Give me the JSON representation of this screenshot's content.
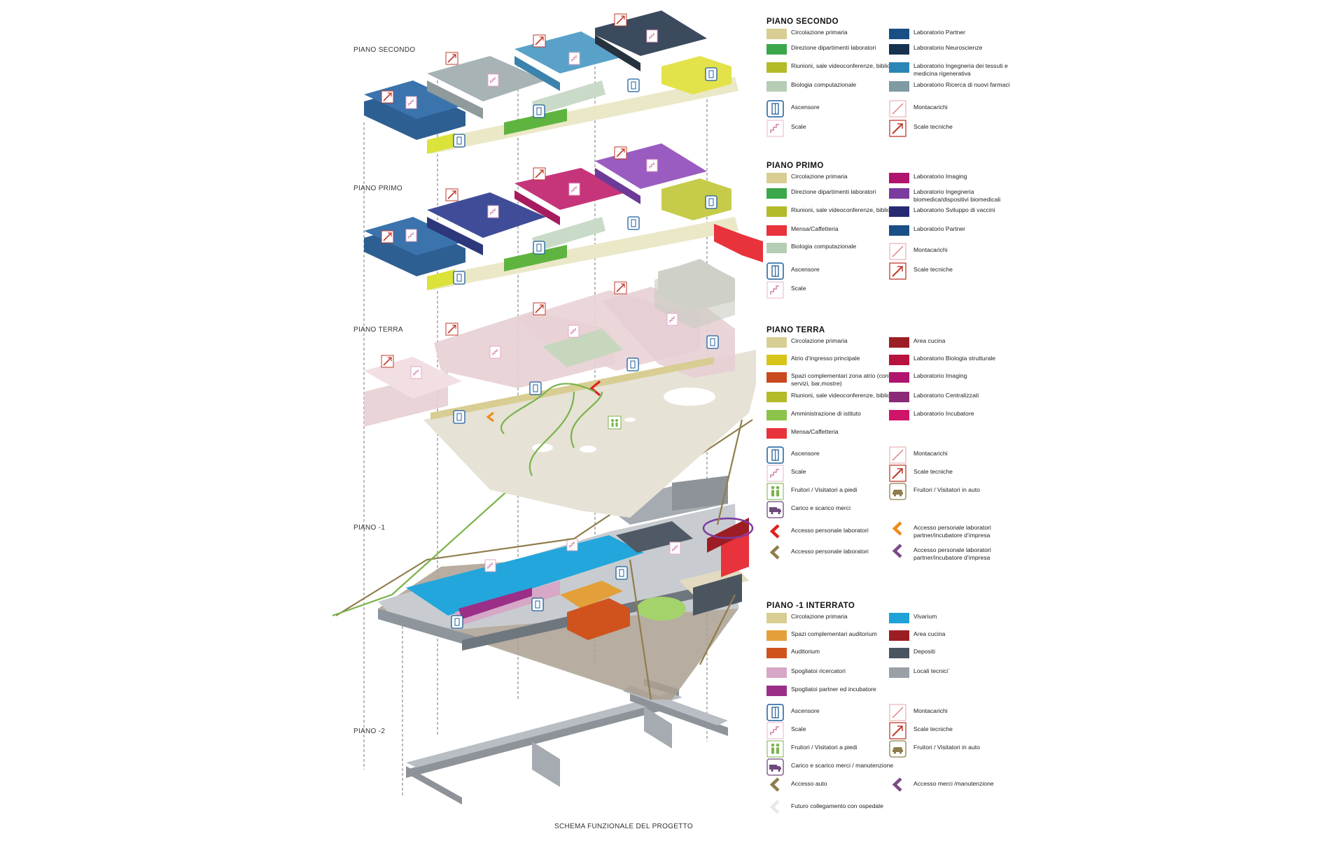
{
  "caption": "SCHEMA FUNZIONALE DEL PROGETTO",
  "floor_labels": {
    "secondo": "PIANO SECONDO",
    "primo": "PIANO PRIMO",
    "terra": "PIANO TERRA",
    "meno1": "PIANO -1",
    "meno2": "PIANO -2"
  },
  "legend": {
    "secondo": {
      "title": "PIANO SECONDO",
      "left": [
        {
          "label": "Circolazione primaria",
          "color": "#d8cd92"
        },
        {
          "label": "Direzione dipartimenti laboratori",
          "color": "#3aa84a"
        },
        {
          "label": "Riunioni, sale videoconferenze, biblioteca",
          "color": "#b3bb28"
        },
        {
          "label": "Biologia computazionale",
          "color": "#b5cdb5"
        },
        {
          "label": "Ascensore",
          "icon": "elevator-icon"
        },
        {
          "label": "Scale",
          "icon": "stairs-icon"
        }
      ],
      "right": [
        {
          "label": "Laboratorio Partner",
          "color": "#1a4f86"
        },
        {
          "label": "Laboratorio Neuroscienze",
          "color": "#17324f"
        },
        {
          "label": "Laboratorio Ingegneria dei tessuti e medicina rigenerativa",
          "color": "#2a86b6"
        },
        {
          "label": "Laboratorio Ricerca di nuovi farmaci",
          "color": "#7f9aa3"
        },
        {
          "label": "Montacarichi",
          "icon": "freight-lift-icon"
        },
        {
          "label": "Scale tecniche",
          "icon": "service-stairs-icon"
        }
      ]
    },
    "primo": {
      "title": "PIANO PRIMO",
      "left": [
        {
          "label": "Circolazione primaria",
          "color": "#d8cd92"
        },
        {
          "label": "Direzione dipartimenti laboratori",
          "color": "#3aa84a"
        },
        {
          "label": "Riunioni, sale videoconferenze, biblioteca",
          "color": "#b3bb28"
        },
        {
          "label": "Mensa/Caffetteria",
          "color": "#e8323c"
        },
        {
          "label": "Biologia computazionale",
          "color": "#b5cdb5"
        },
        {
          "label": "Ascensore",
          "icon": "elevator-icon"
        },
        {
          "label": "Scale",
          "icon": "stairs-icon"
        }
      ],
      "right": [
        {
          "label": "Laboratorio Imaging",
          "color": "#b0146e"
        },
        {
          "label": "Laboratorio Ingegneria biomedica/dispositivi biomedicali",
          "color": "#7b3b9f"
        },
        {
          "label": "Laboratorio Sviluppo di vaccini",
          "color": "#252a72"
        },
        {
          "label": "Laboratorio Partner",
          "color": "#1a4f86"
        },
        {
          "label": "Montacarichi",
          "icon": "freight-lift-icon"
        },
        {
          "label": "Scale tecniche",
          "icon": "service-stairs-icon"
        }
      ]
    },
    "terra": {
      "title": "PIANO TERRA",
      "left": [
        {
          "label": "Circolazione primaria",
          "color": "#d8cd92"
        },
        {
          "label": "Atrio d’ingresso principale",
          "color": "#d8c51a"
        },
        {
          "label": "Spazi complementari zona atrio (controllo, servizi, bar,mostre)",
          "color": "#c94a1e"
        },
        {
          "label": "Riunioni, sale videoconferenze, biblioteca",
          "color": "#b3bb28"
        },
        {
          "label": "Amministrazione di istituto",
          "color": "#8cc34a"
        },
        {
          "label": "Mensa/Caffetteria",
          "color": "#e8323c"
        },
        {
          "label": "Ascensore",
          "icon": "elevator-icon"
        },
        {
          "label": "Scale",
          "icon": "stairs-icon"
        },
        {
          "label": "Fruitori / Visitatori a piedi",
          "icon": "pedestrians-icon"
        },
        {
          "label": "Carico e scarico merci",
          "icon": "truck-icon"
        },
        {
          "label": "Accesso personale laboratori",
          "icon": "red-chevron-icon"
        },
        {
          "label": "Accesso personale laboratori",
          "icon": "brown-chevron-icon"
        }
      ],
      "right": [
        {
          "label": "Area cucina",
          "color": "#9c1e24"
        },
        {
          "label": "Laboratorio Biologia strutturale",
          "color": "#b8123e"
        },
        {
          "label": "Laboratorio Imaging",
          "color": "#b0146e"
        },
        {
          "label": "Laboratorio Centralizzati",
          "color": "#8b2b78"
        },
        {
          "label": "Laboratorio Incubatore",
          "color": "#d0146a"
        },
        {
          "label": "Montacarichi",
          "icon": "freight-lift-icon"
        },
        {
          "label": "Scale tecniche",
          "icon": "service-stairs-icon"
        },
        {
          "label": "Fruitori / Visitatori in auto",
          "icon": "car-icon"
        },
        {
          "label": "Accesso personale laboratori partner/incubatore d’impresa",
          "icon": "orange-chevron-icon"
        },
        {
          "label": "Accesso personale laboratori partner/incubatore d’impresa",
          "icon": "purple-chevron-icon"
        }
      ]
    },
    "meno1": {
      "title": "PIANO -1 INTERRATO",
      "left": [
        {
          "label": "Circolazione primaria",
          "color": "#d8cd92"
        },
        {
          "label": "Spazi complementari auditorium",
          "color": "#e3a03a"
        },
        {
          "label": "Auditorium",
          "color": "#d0531d"
        },
        {
          "label": "Spogliatoi ricercatori",
          "color": "#d6a7c6"
        },
        {
          "label": "Spogliatoi partner ed incubatore",
          "color": "#9b2f88"
        },
        {
          "label": "Ascensore",
          "icon": "elevator-icon"
        },
        {
          "label": "Scale",
          "icon": "stairs-icon"
        },
        {
          "label": "Fruitori / Visitatori a piedi",
          "icon": "pedestrians-icon"
        },
        {
          "label": "Carico e scarico merci / manutenzione",
          "icon": "truck-icon"
        },
        {
          "label": "Accesso auto",
          "icon": "brown-chevron-icon"
        },
        {
          "label": "Futuro collegamento con ospedale",
          "icon": "white-chevron-icon"
        }
      ],
      "right": [
        {
          "label": "Vivarium",
          "color": "#1fa2d8"
        },
        {
          "label": "Area cucina",
          "color": "#9c1e24"
        },
        {
          "label": "Depositi",
          "color": "#4a5560"
        },
        {
          "label": "Locali tecnici`",
          "color": "#9aa0a6"
        },
        {
          "label": "Montacarichi",
          "icon": "freight-lift-icon"
        },
        {
          "label": "Scale tecniche",
          "icon": "service-stairs-icon"
        },
        {
          "label": "Fruitori / Visitatori in auto",
          "icon": "car-icon"
        },
        {
          "label": "Accesso merci /manutenzione",
          "icon": "purple-chevron-icon"
        }
      ]
    }
  }
}
